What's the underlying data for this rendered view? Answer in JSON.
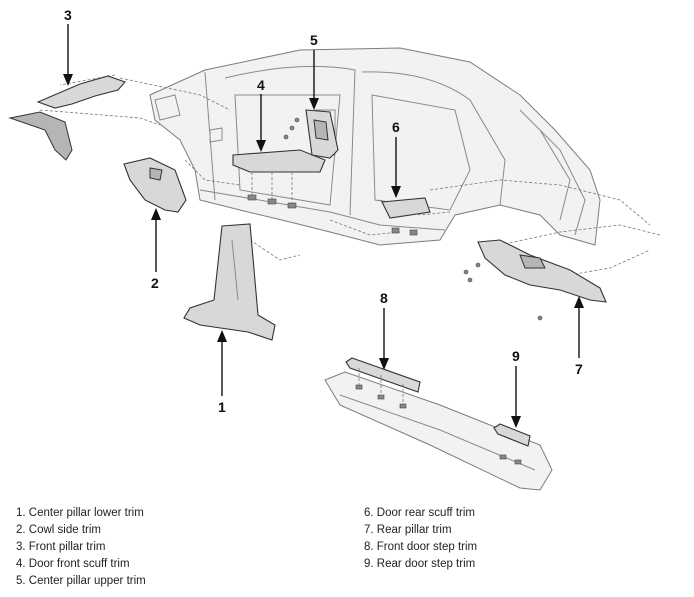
{
  "callouts": {
    "c1": "1",
    "c2": "2",
    "c3": "3",
    "c4": "4",
    "c5": "5",
    "c6": "6",
    "c7": "7",
    "c8": "8",
    "c9": "9"
  },
  "legend": {
    "left": [
      "1. Center pillar lower trim",
      "2. Cowl side trim",
      "3. Front pillar trim",
      "4. Door front scuff trim",
      "5. Center pillar upper trim"
    ],
    "right": [
      "6. Door rear scuff trim",
      "7. Rear pillar trim",
      "8. Front door step trim",
      "9. Rear door step trim"
    ]
  }
}
